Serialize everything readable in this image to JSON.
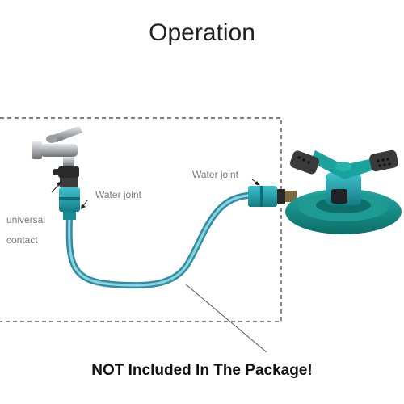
{
  "title": "Operation",
  "labels": {
    "water_joint_tap": "Water joint",
    "water_joint_sprinkler": "Water joint",
    "universal": "universal",
    "contact": "contact"
  },
  "notice": "NOT Included In The Package!",
  "colors": {
    "hose": "#4aa3b8",
    "connector": "#1f9aa8",
    "sprinkler_body": "#178b86",
    "chrome": "#b8bcc0",
    "dashed_border": "#555555"
  }
}
